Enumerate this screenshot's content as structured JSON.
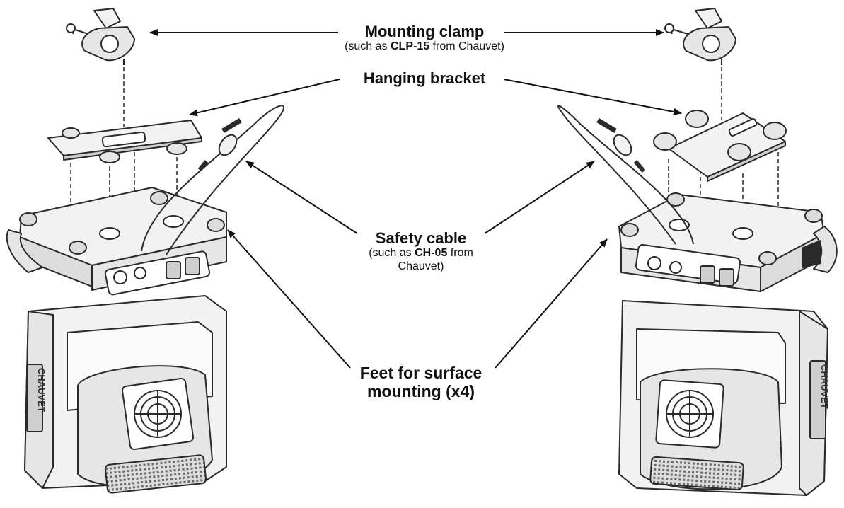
{
  "labels": {
    "mounting_clamp": {
      "title": "Mounting clamp",
      "sub_prefix": "(such as ",
      "sub_bold": "CLP-15",
      "sub_suffix": " from Chauvet)"
    },
    "hanging_bracket": {
      "title": "Hanging bracket"
    },
    "safety_cable": {
      "title": "Safety cable",
      "sub_prefix": "(such as ",
      "sub_bold": "CH-05",
      "sub_suffix": " from",
      "sub_line2": "Chauvet)"
    },
    "feet": {
      "line1": "Feet for surface",
      "line2": "mounting (x4)"
    }
  },
  "fixture_brand_text": "CHAUVET",
  "colors": {
    "ink": "#111111",
    "line": "#2a2a2a",
    "fill_light": "#f2f2f2",
    "fill_mid": "#dcdcdc",
    "fill_dark": "#bdbdbd"
  }
}
